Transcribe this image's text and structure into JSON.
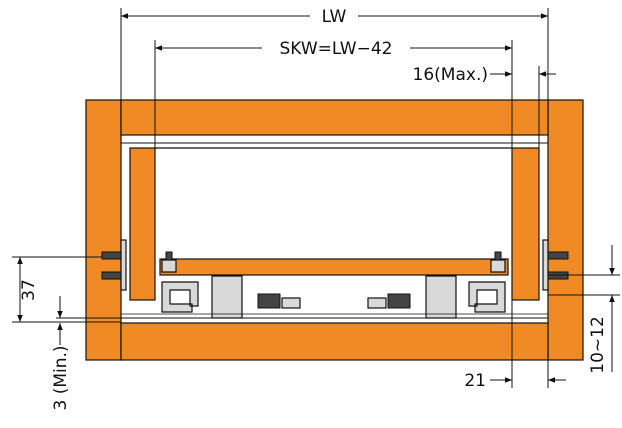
{
  "colors": {
    "wood": "#f08a24",
    "line": "#111111",
    "metal": "#d9d9d9",
    "background": "#ffffff"
  },
  "dimensions": {
    "lw": "LW",
    "skw": "SKW=LW−42",
    "max16": "16(Max.)",
    "d37": "37",
    "min3": "3 (Min.)",
    "d21": "21",
    "d10_12": "10~12"
  },
  "icons": [
    "screw-icon",
    "runner-rail-icon",
    "locking-device-icon"
  ]
}
